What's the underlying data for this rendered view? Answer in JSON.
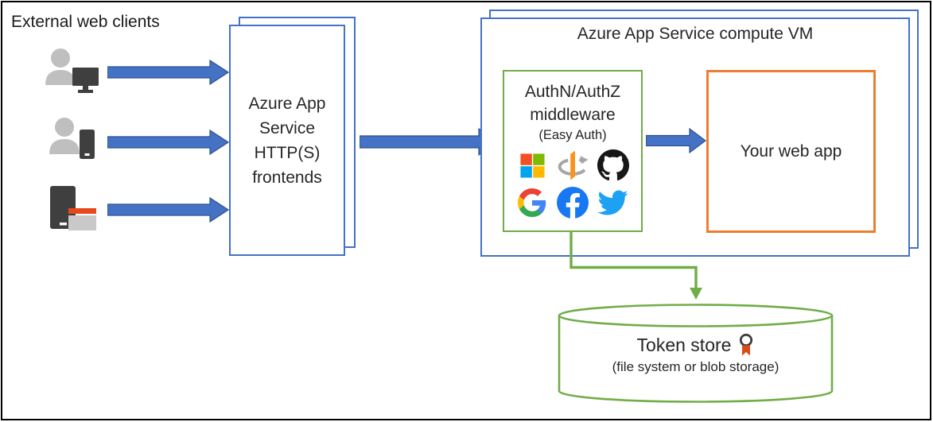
{
  "clients": {
    "label": "External web clients",
    "items": [
      {
        "name": "user-with-desktop"
      },
      {
        "name": "user-with-phone"
      },
      {
        "name": "device-with-app"
      }
    ]
  },
  "frontends": {
    "label": "Azure App\nService\nHTTP(S)\nfrontends"
  },
  "compute_vm": {
    "title": "Azure App Service compute VM"
  },
  "middleware": {
    "title": "AuthN/AuthZ\nmiddleware",
    "subtitle": "(Easy Auth)",
    "providers": [
      "Microsoft",
      "OpenID Connect",
      "GitHub",
      "Google",
      "Facebook",
      "Twitter"
    ]
  },
  "web_app": {
    "label": "Your web app"
  },
  "token_store": {
    "title": "Token store",
    "subtitle": "(file system or blob storage)"
  },
  "colors": {
    "box_blue": "#4472C4",
    "arrow_blue": "#4472C4",
    "green": "#70AD47",
    "orange": "#ED7D31",
    "ms_red": "#F25022",
    "ms_green": "#7FBA00",
    "ms_blue": "#00A4EF",
    "ms_yellow": "#FFB900",
    "facebook_blue": "#1877F2",
    "twitter_blue": "#1DA1F2",
    "github_black": "#181717",
    "openid_orange": "#F8931E"
  }
}
